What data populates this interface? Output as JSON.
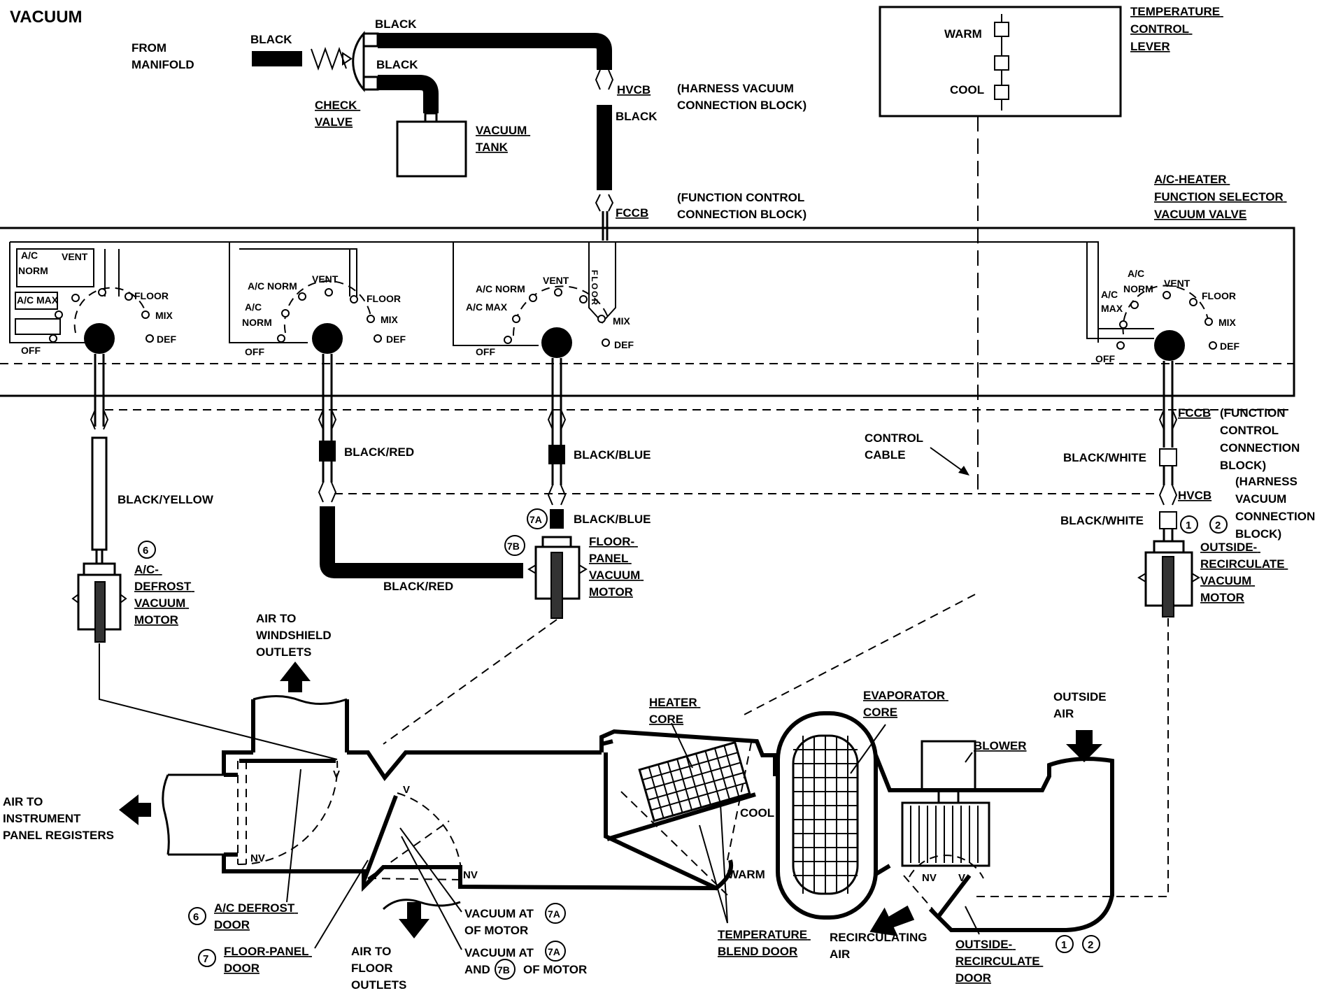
{
  "title": "VACUUM",
  "supply": {
    "from_manifold": [
      "FROM",
      "MANIFOLD"
    ],
    "hose_black_in": "BLACK",
    "hose_black_top": "BLACK",
    "hose_black_tank": "BLACK",
    "check_valve": [
      "CHECK",
      "VALVE"
    ],
    "vacuum_tank": [
      "VACUUM",
      "TANK"
    ],
    "hvcb": "HVCB",
    "hvcb_desc": [
      "(HARNESS  VACUUM",
      "CONNECTION  BLOCK)"
    ],
    "hose_black_mid": "BLACK",
    "fccb": "FCCB",
    "fccb_desc": [
      "(FUNCTION CONTROL",
      "CONNECTION BLOCK)"
    ]
  },
  "temperature_lever": {
    "warm": "WARM",
    "cool": "COOL",
    "label": [
      "TEMPERATURE",
      "CONTROL",
      "LEVER"
    ]
  },
  "selector_label": [
    "A/C-HEATER",
    "FUNCTION SELECTOR",
    "VACUUM VALVE"
  ],
  "selector_positions": {
    "ac_norm": "A/C NORM",
    "ac_norm_split": [
      "A/C",
      "NORM"
    ],
    "ac_max": "A/C MAX",
    "ac_max_split": [
      "A/C",
      "MAX"
    ],
    "vent": "VENT",
    "floor": "FLOOR",
    "floor_vertical": "FLOOR",
    "mix": "MIX",
    "def": "DEF",
    "off": "OFF"
  },
  "hoses": {
    "black_yellow": "BLACK/YELLOW",
    "black_red_upper": "BLACK/RED",
    "black_red_lower": "BLACK/RED",
    "black_blue_upper": "BLACK/BLUE",
    "black_blue_lower": "BLACK/BLUE",
    "black_white_upper": "BLACK/WHITE",
    "black_white_lower": "BLACK/WHITE",
    "fccb_right": "FCCB",
    "fccb_right_desc": [
      "(FUNCTION",
      "CONTROL",
      "CONNECTION",
      "BLOCK)"
    ],
    "hvcb_right": "HVCB",
    "hvcb_right_desc": [
      "(HARNESS",
      "VACUUM",
      "CONNECTION",
      "BLOCK)"
    ],
    "control_cable": [
      "CONTROL",
      "CABLE"
    ]
  },
  "motors": {
    "defrost_num": "6",
    "defrost": [
      "A/C-",
      "DEFROST",
      "VACUUM",
      "MOTOR"
    ],
    "floor_7a": "7A",
    "floor_7b": "7B",
    "floor": [
      "FLOOR-",
      "PANEL",
      "VACUUM",
      "MOTOR"
    ],
    "recirc_num1": "1",
    "recirc_num2": "2",
    "recirc": [
      "OUTSIDE-",
      "RECIRCULATE",
      "VACUUM",
      "MOTOR"
    ]
  },
  "duct": {
    "air_to_windshield": [
      "AIR TO",
      "WINDSHIELD",
      "OUTLETS"
    ],
    "air_to_instrument": [
      "AIR TO",
      "INSTRUMENT",
      "PANEL REGISTERS"
    ],
    "v": "V",
    "nv": "NV",
    "defrost_door_num": "6",
    "defrost_door": [
      "A/C DEFROST",
      "DOOR"
    ],
    "floor_door_num": "7",
    "floor_door": [
      "FLOOR-PANEL",
      "DOOR"
    ],
    "air_to_floor": [
      "AIR TO",
      "FLOOR",
      "OUTLETS"
    ],
    "vacuum_at_7a": [
      "VACUUM AT",
      "OF MOTOR"
    ],
    "vacuum_at_7a_num": "7A",
    "vacuum_at_both": [
      "VACUUM AT",
      "AND",
      "OF MOTOR"
    ],
    "vacuum_at_both_num1": "7A",
    "vacuum_at_both_num2": "7B",
    "heater_core": [
      "HEATER",
      "CORE"
    ],
    "evaporator_core": [
      "EVAPORATOR",
      "CORE"
    ],
    "cool": "COOL",
    "warm": "WARM",
    "temp_blend_door": [
      "TEMPERATURE",
      "BLEND DOOR"
    ],
    "recirculating_air": [
      "RECIRCULATING",
      "AIR"
    ],
    "blower": "BLOWER",
    "outside_air": [
      "OUTSIDE",
      "AIR"
    ],
    "recirc_door": [
      "OUTSIDE-",
      "RECIRCULATE",
      "DOOR"
    ],
    "recirc_door_num1": "1",
    "recirc_door_num2": "2"
  }
}
